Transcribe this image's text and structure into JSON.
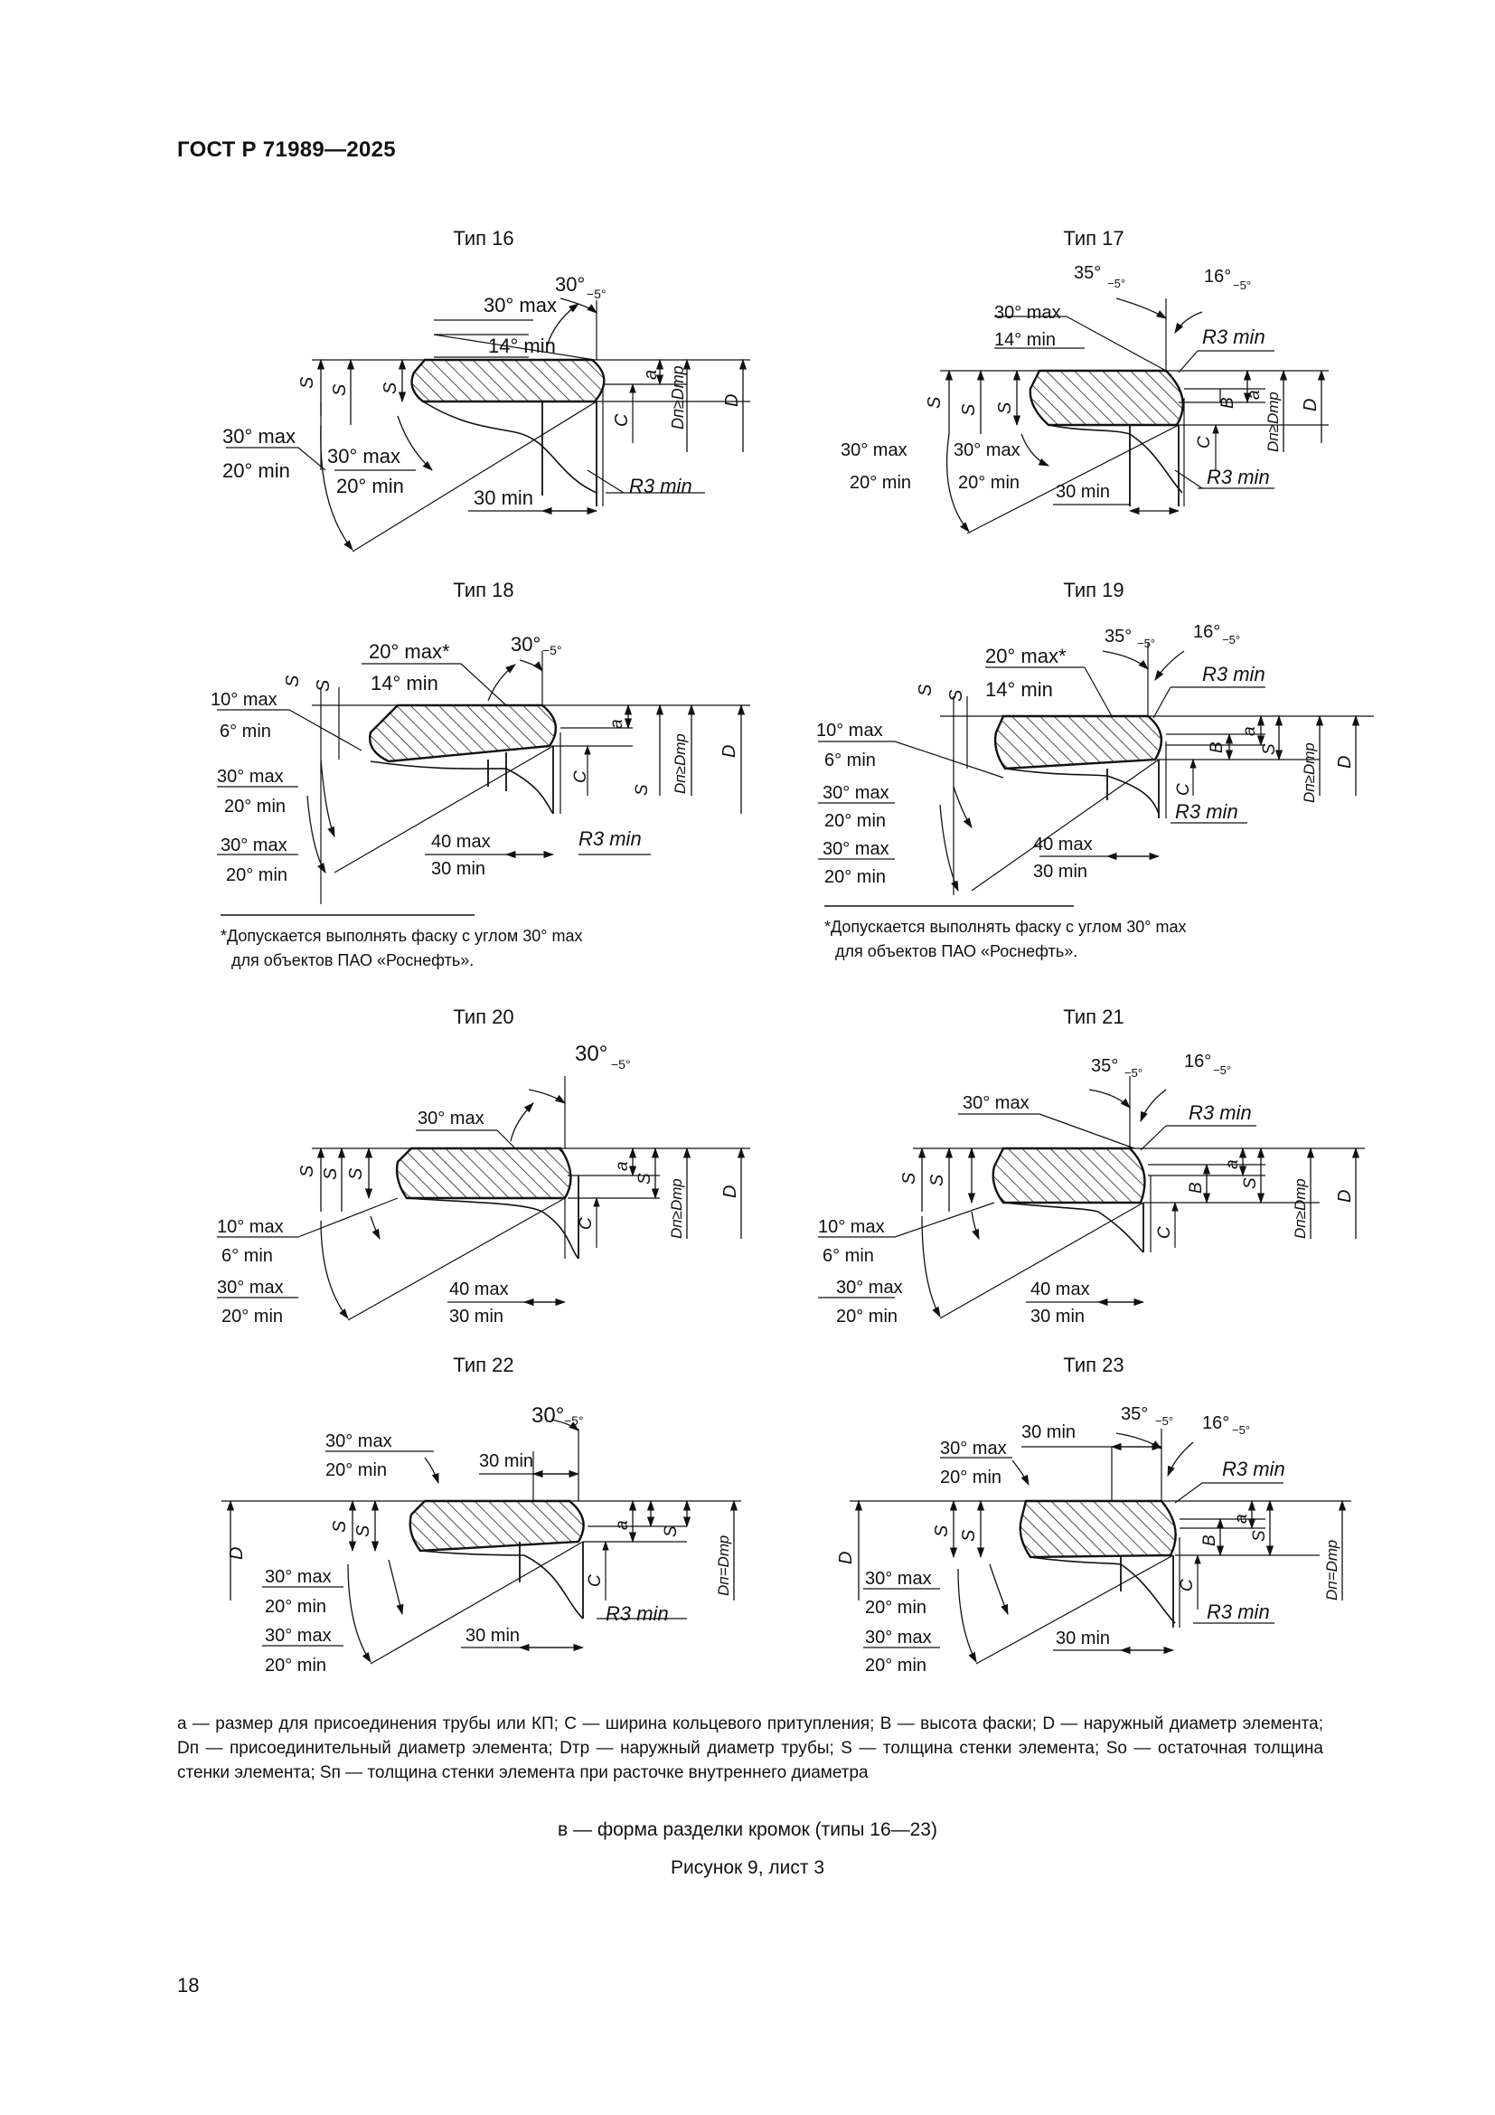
{
  "header": {
    "title": "ГОСТ Р 71989—2025"
  },
  "types": {
    "t16": {
      "title": "Тип 16"
    },
    "t17": {
      "title": "Тип 17"
    },
    "t18": {
      "title": "Тип 18"
    },
    "t19": {
      "title": "Тип 19"
    },
    "t20": {
      "title": "Тип 20"
    },
    "t21": {
      "title": "Тип 21"
    },
    "t22": {
      "title": "Тип 22"
    },
    "t23": {
      "title": "Тип 23"
    }
  },
  "labels": {
    "deg30": "30°",
    "deg35": "35°",
    "deg16": "16°",
    "tol5": "−5°",
    "max30": "30° max",
    "min20": "20° min",
    "min14": "14° min",
    "max10": "10° max",
    "min6": "6° min",
    "max20star": "20° max*",
    "min30": "30 min",
    "max40": "40 max",
    "r3": "R3 min",
    "S": "S",
    "So": "S",
    "So_sub": "о",
    "Sp": "S",
    "Sp_sub": "п",
    "a": "a",
    "C": "C",
    "B": "B",
    "D": "D",
    "Dp_ge": "Dп≥Dтр",
    "Dp_eq": "Dп=Dтр"
  },
  "footnotes": {
    "t18": {
      "line1": "*Допускается выполнять фаску с углом 30° max",
      "line2": "для объектов ПАО «Роснефть»."
    },
    "t19": {
      "line1": "*Допускается выполнять фаску с углом 30° max",
      "line2": "для объектов ПАО «Роснефть»."
    }
  },
  "legend": {
    "text": "a — размер для присоединения трубы или КП; C — ширина кольцевого притупления; B — высота фаски; D — наружный диаметр элемента; Dп — присоединительный диаметр элемента; Dтр — наружный диаметр трубы; S — толщина стенки элемента; Sо — остаточная толщина стенки элемента; Sп — толщина стенки элемента при расточке внутреннего диаметра"
  },
  "caption": {
    "subtitle": "в — форма разделки кромок (типы 16—23)",
    "figure": "Рисунок 9, лист 3"
  },
  "page": {
    "number": "18"
  }
}
